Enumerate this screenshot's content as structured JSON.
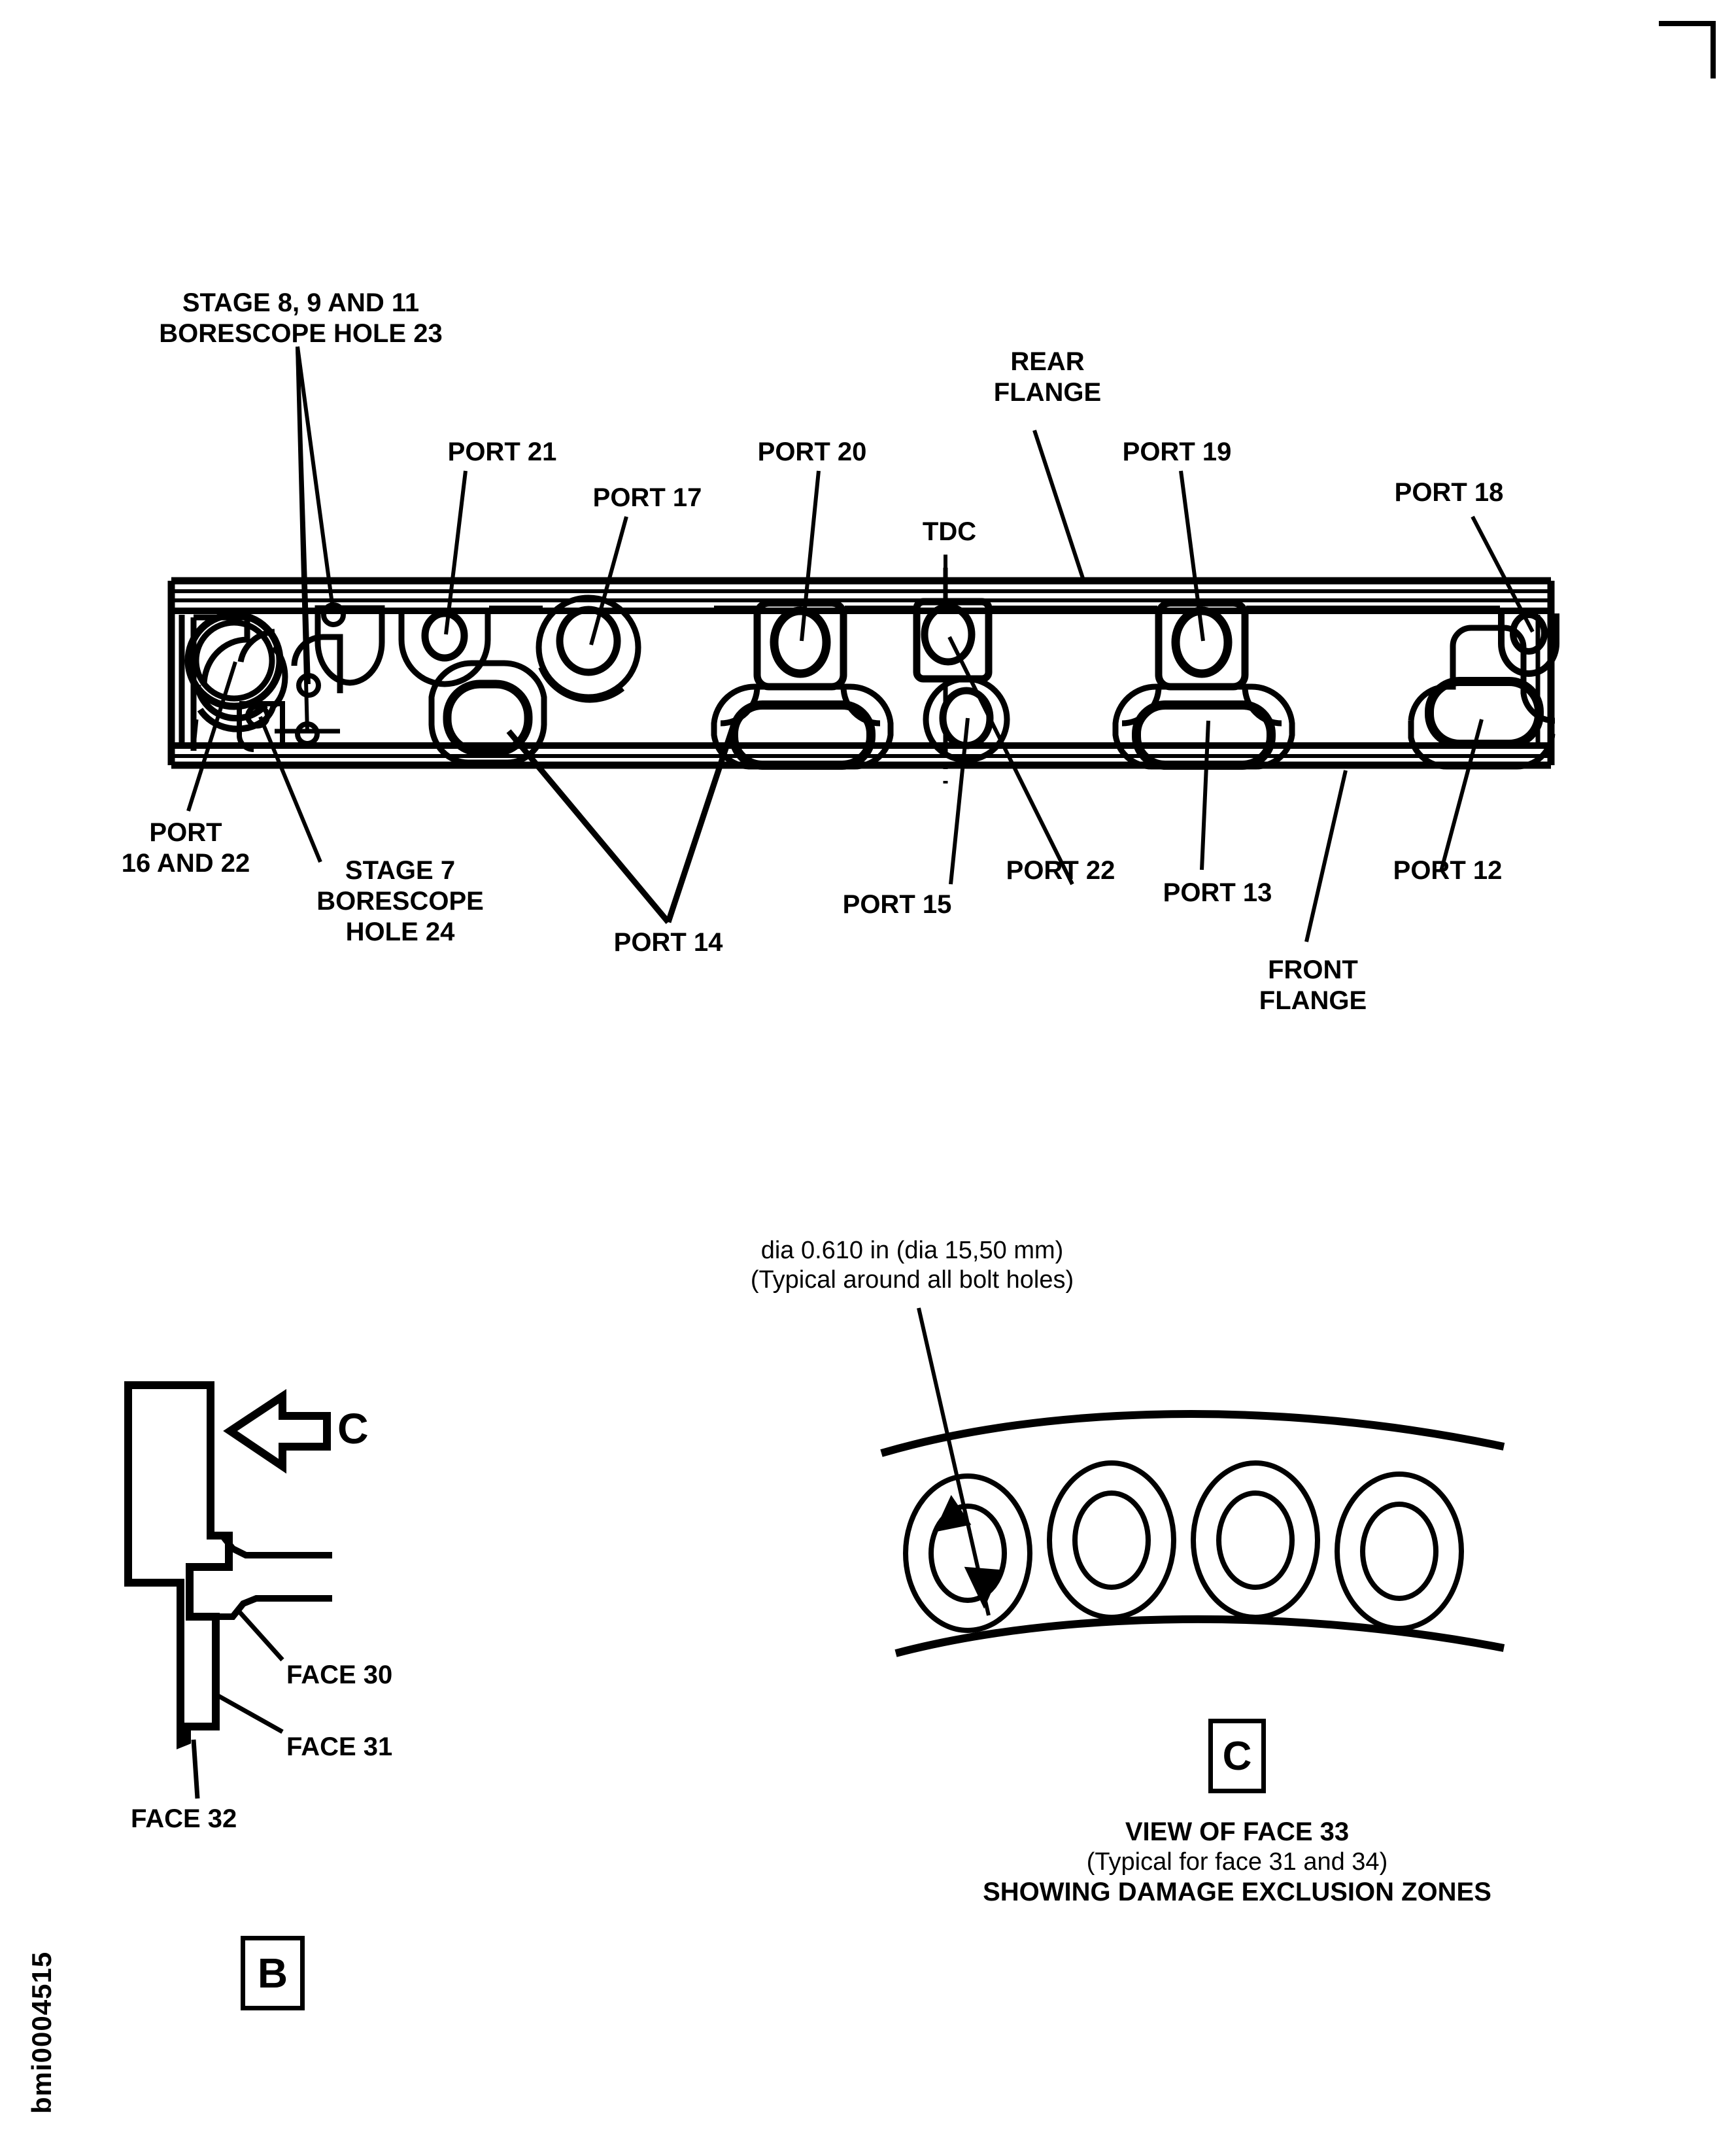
{
  "page": {
    "figure_id": "bmi0004515",
    "corner_mark": "crop-mark-top-right"
  },
  "main_view": {
    "title": "Compressor casing half - port and borescope hole locations",
    "top_labels": [
      {
        "id": "stage-8-9-11-borescope",
        "lines": [
          "STAGE 8, 9 AND 11",
          "BORESCOPE HOLE 23"
        ]
      },
      {
        "id": "port-21",
        "lines": [
          "PORT 21"
        ]
      },
      {
        "id": "port-17",
        "lines": [
          "PORT 17"
        ]
      },
      {
        "id": "port-20",
        "lines": [
          "PORT 20"
        ]
      },
      {
        "id": "tdc",
        "lines": [
          "TDC"
        ]
      },
      {
        "id": "rear-flange",
        "lines": [
          "REAR",
          "FLANGE"
        ]
      },
      {
        "id": "port-19",
        "lines": [
          "PORT 19"
        ]
      },
      {
        "id": "port-18",
        "lines": [
          "PORT 18"
        ]
      }
    ],
    "bottom_labels": [
      {
        "id": "port-16-and-22",
        "lines": [
          "PORT",
          "16 AND 22"
        ]
      },
      {
        "id": "stage-7-borescope",
        "lines": [
          "STAGE 7",
          "BORESCOPE",
          "HOLE 24"
        ]
      },
      {
        "id": "port-14",
        "lines": [
          "PORT 14"
        ]
      },
      {
        "id": "port-15",
        "lines": [
          "PORT 15"
        ]
      },
      {
        "id": "port-22",
        "lines": [
          "PORT 22"
        ]
      },
      {
        "id": "port-13",
        "lines": [
          "PORT 13"
        ]
      },
      {
        "id": "front-flange",
        "lines": [
          "FRONT",
          "FLANGE"
        ]
      },
      {
        "id": "port-12",
        "lines": [
          "PORT 12"
        ]
      }
    ]
  },
  "view_b": {
    "view_letter": "B",
    "arrow_letter": "C",
    "labels": [
      {
        "id": "face-30",
        "text": "FACE 30"
      },
      {
        "id": "face-31",
        "text": "FACE 31"
      },
      {
        "id": "face-32",
        "text": "FACE 32"
      }
    ]
  },
  "view_c": {
    "view_letter": "C",
    "dimension_note": [
      "dia 0.610 in (dia 15,50 mm)",
      "(Typical around all bolt holes)"
    ],
    "caption": [
      "VIEW OF FACE 33",
      "(Typical for face 31 and 34)",
      "SHOWING DAMAGE EXCLUSION ZONES"
    ],
    "bolt_hole_count": 4
  },
  "colors": {
    "ink": "#000000",
    "paper": "#ffffff"
  }
}
